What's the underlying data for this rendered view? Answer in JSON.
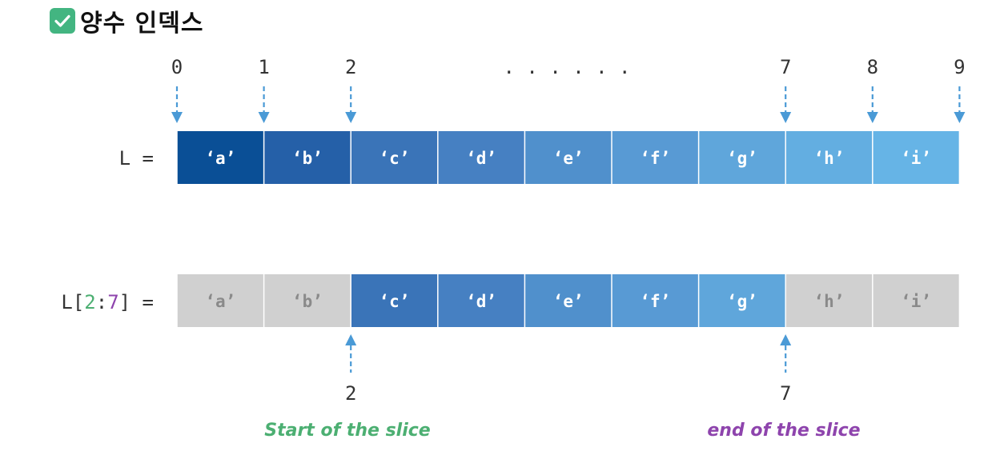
{
  "heading": {
    "icon": "check-mark-icon",
    "text": "양수 인덱스",
    "icon_color": "#43b581"
  },
  "top_index_labels": [
    "0",
    "1",
    "2",
    ". . . . . .",
    "7",
    "8",
    "9"
  ],
  "top_list_label": "L =",
  "slice_label": {
    "prefix": "L[",
    "start": "2",
    "colon": ":",
    "stop": "7",
    "suffix": "] =",
    "start_color": "#4caf72",
    "stop_color": "#8e44ad"
  },
  "elements": [
    "‘a’",
    "‘b’",
    "‘c’",
    "‘d’",
    "‘e’",
    "‘f’",
    "‘g’",
    "‘h’",
    "‘i’"
  ],
  "top_colors": [
    "#0a4f96",
    "#2560a8",
    "#3a74b8",
    "#4680c2",
    "#5090cc",
    "#589ad4",
    "#5fa6db",
    "#63aee1",
    "#66b4e6"
  ],
  "slice_start": 2,
  "slice_stop": 7,
  "gray_color": "#d0d0d0",
  "gray_text_color": "#8a8a8a",
  "bottom_index_labels": [
    "2",
    "7"
  ],
  "captions": {
    "start": "Start of the slice",
    "end": "end of the slice",
    "start_color": "#4caf72",
    "end_color": "#8e44ad"
  },
  "arrow_color": "#4a9ad6"
}
